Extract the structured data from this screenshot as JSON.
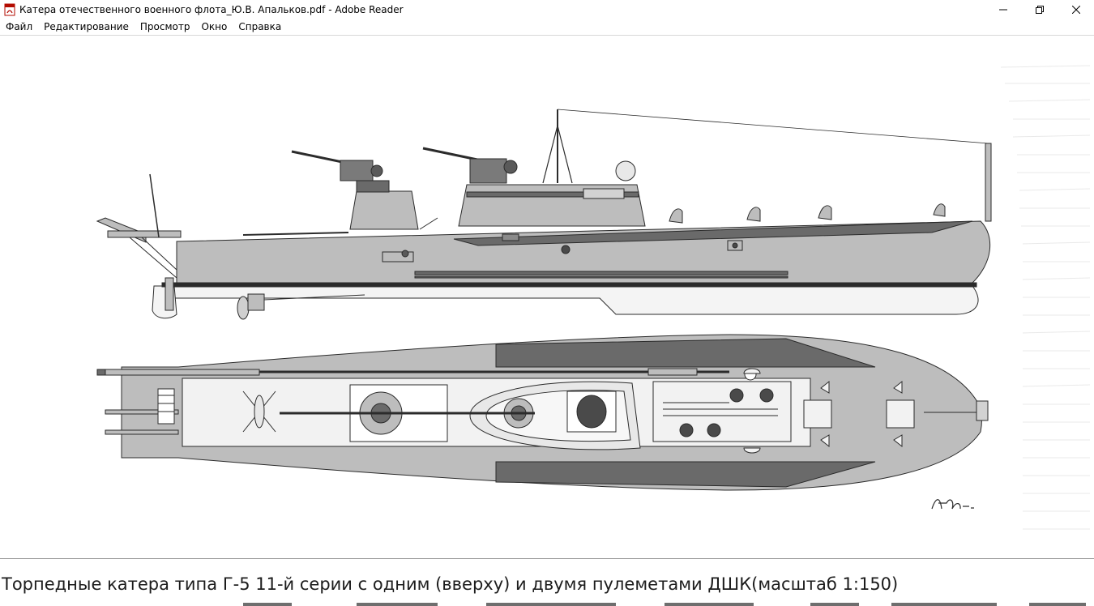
{
  "window": {
    "title": "Катера отечественного военного флота_Ю.В. Апальков.pdf - Adobe Reader",
    "app_icon": "pdf-reader-icon"
  },
  "menu": {
    "items": [
      {
        "label": "Файл"
      },
      {
        "label": "Редактирование"
      },
      {
        "label": "Просмотр"
      },
      {
        "label": "Окно"
      },
      {
        "label": "Справка"
      }
    ]
  },
  "document": {
    "caption": "Торпедные катера типа Г-5 11-й серии с одним (вверху) и двумя пулеметами ДШК(масштаб 1:150)",
    "signature": "АЮВп"
  },
  "colors": {
    "hull": "#bdbdbd",
    "hull_light": "#d2d2d2",
    "dark_band": "#6a6a6a",
    "deck": "#f2f2f2",
    "outline": "#2b2b2b"
  }
}
